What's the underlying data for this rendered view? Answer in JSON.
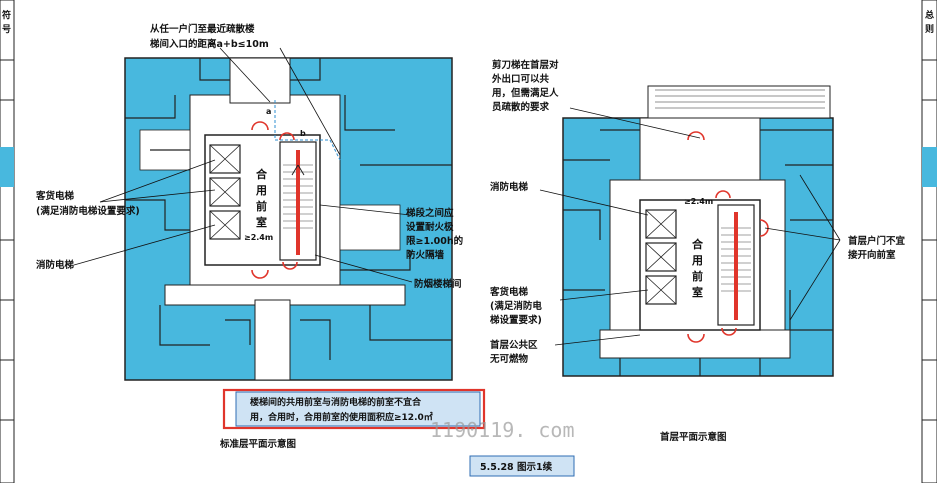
{
  "colors": {
    "plan_fill": "#48b8de",
    "room_fill": "#ffffff",
    "highlight_box": "#e0352b",
    "fire_door": "#e0352b",
    "caption_box_fill": "#cfe3f4",
    "caption_box_border": "#2f6db3"
  },
  "left_plan": {
    "top_note_line1": "从任一户门至最近疏散楼",
    "top_note_line2": "梯间入口的距离a+b≤10m",
    "dim_a": "a",
    "dim_b": "b",
    "shared_anteroom_label": [
      "合",
      "用",
      "前",
      "室"
    ],
    "anteroom_dim": "≥2.4m",
    "label_passenger_elevator_line1": "客货电梯",
    "label_passenger_elevator_line2": "(满足消防电梯设置要求)",
    "label_fire_elevator": "消防电梯",
    "label_wall_line1": "梯段之间应",
    "label_wall_line2": "设置耐火极",
    "label_wall_line3": "限≥1.00h的",
    "label_wall_line4": "防火隔墙",
    "label_smoke_stair": "防烟楼梯间",
    "highlight_line1": "楼梯间的共用前室与消防电梯的前室不宜合",
    "highlight_line2": "用，合用时，合用前室的使用面积应≥12.0㎡",
    "caption": "标准层平面示意图"
  },
  "right_plan": {
    "note_scissor_line1": "剪刀梯在首层对",
    "note_scissor_line2": "外出口可以共",
    "note_scissor_line3": "用，但需满足人",
    "note_scissor_line4": "员疏散的要求",
    "label_fire_elevator": "消防电梯",
    "anteroom_dim": "≥2.4m",
    "shared_anteroom_label": [
      "合",
      "用",
      "前",
      "室"
    ],
    "label_passenger_elevator_line1": "客货电梯",
    "label_passenger_elevator_line2": "(满足消防电",
    "label_passenger_elevator_line3": "梯设置要求)",
    "label_public_line1": "首层公共区",
    "label_public_line2": "无可燃物",
    "label_door_line1": "首层户门不宜",
    "label_door_line2": "接开向前室",
    "caption": "首层平面示意图"
  },
  "figure_caption": "5.5.28 图示1续",
  "watermark": "1190119. com",
  "left_margin_tab": [
    "符",
    "号"
  ],
  "right_margin_tab": [
    "总",
    "则"
  ]
}
